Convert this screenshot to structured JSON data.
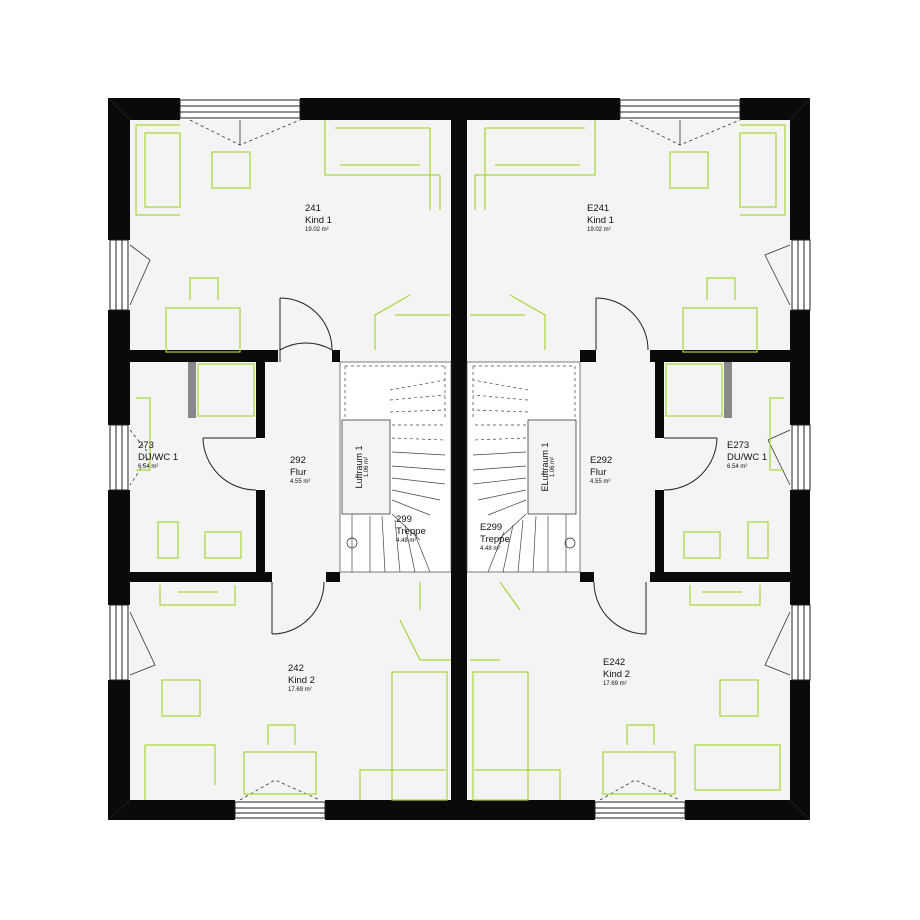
{
  "plan": {
    "colors": {
      "wall": "#0a0a0a",
      "floor": "#f4f4f4",
      "furniture": "#a6d638",
      "door_line": "#222222",
      "stair_line": "#444444"
    },
    "rooms": {
      "r241": {
        "number": "241",
        "name": "Kind 1",
        "area": "19.02 m²"
      },
      "rE241": {
        "number": "E241",
        "name": "Kind 1",
        "area": "19.02 m²"
      },
      "r273": {
        "number": "273",
        "name": "DU/WC 1",
        "area": "6.54 m²"
      },
      "r292": {
        "number": "292",
        "name": "Flur",
        "area": "4.55 m²"
      },
      "r299": {
        "number": "299",
        "name": "Treppe",
        "area": "4.48 m²"
      },
      "rE299": {
        "number": "E299",
        "name": "Treppe",
        "area": "4.48 m²"
      },
      "rE292": {
        "number": "E292",
        "name": "Flur",
        "area": "4.55 m²"
      },
      "rE273": {
        "number": "E273",
        "name": "DU/WC 1",
        "area": "6.54 m²"
      },
      "r242": {
        "number": "242",
        "name": "Kind 2",
        "area": "17.69 m²"
      },
      "rE242": {
        "number": "E242",
        "name": "Kind 2",
        "area": "17.69 m²"
      }
    },
    "voids": {
      "left": {
        "name": "Luftraum 1",
        "area": "1.06 m²"
      },
      "right": {
        "name": "ELuftraum 1",
        "area": "1.06 m²"
      }
    }
  }
}
